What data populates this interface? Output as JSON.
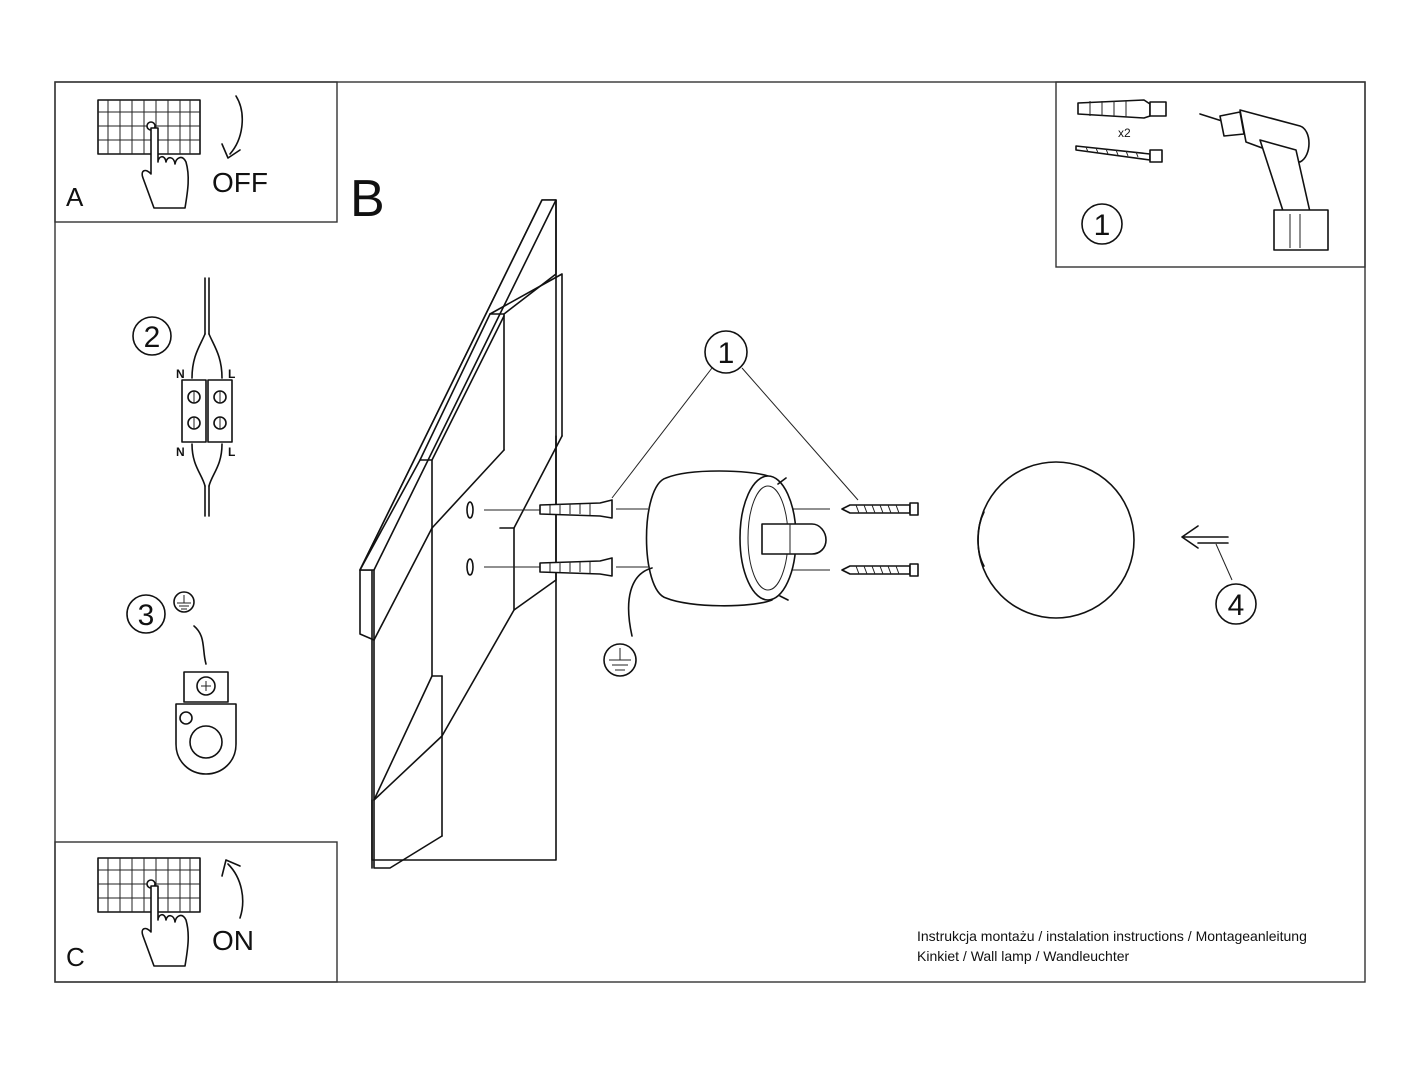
{
  "steps": {
    "A": {
      "letter": "A",
      "action": "OFF"
    },
    "B": {
      "letter": "B"
    },
    "C": {
      "letter": "C",
      "action": "ON"
    }
  },
  "callouts": {
    "tools": "1",
    "wiring": "2",
    "earth": "3",
    "screws": "1",
    "shade": "4"
  },
  "tools": {
    "quantity": "x2"
  },
  "terminal_labels": {
    "top_left": "N",
    "top_right": "L",
    "bottom_left": "N",
    "bottom_right": "L"
  },
  "footer": {
    "line1": "Instrukcja montażu / instalation instructions / Montageanleitung",
    "line2": "Kinkiet / Wall lamp / Wandleuchter"
  }
}
